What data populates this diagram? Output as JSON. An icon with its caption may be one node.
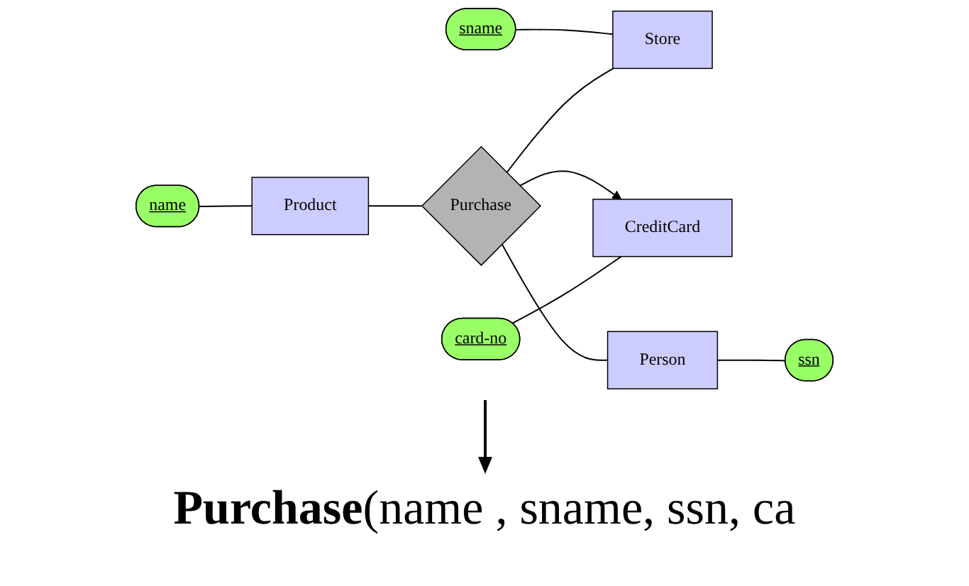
{
  "diagram": {
    "nodes": [
      {
        "text": [
          "Product"
        ]
      },
      {
        "text": [
          "sname"
        ]
      },
      {
        "text": [
          "name"
        ]
      },
      {
        "text": [
          "Purchase"
        ]
      },
      {
        "text": [
          "Store"
        ]
      },
      {
        "text": [
          "card-no"
        ]
      },
      {
        "text": [
          "CreditCard"
        ]
      },
      {
        "text": [
          "Person"
        ]
      },
      {
        "text": [
          "ssn"
        ]
      }
    ],
    "edges": [
      {
        "from": 2,
        "to": 0,
        "arrow": "none"
      },
      {
        "from": 0,
        "to": 3,
        "arrow": "none"
      },
      {
        "from": 1,
        "to": 4,
        "arrow": "none"
      },
      {
        "from": 3,
        "to": 4,
        "arrow": "none"
      },
      {
        "from": 3,
        "to": 6,
        "arrow": "to"
      },
      {
        "from": 5,
        "to": 6,
        "arrow": "none"
      },
      {
        "from": 3,
        "to": 7,
        "arrow": "none"
      },
      {
        "from": 7,
        "to": 8,
        "arrow": "none"
      }
    ],
    "labels": [
      "**Purchase**(name , sname, ssn, ca"
    ]
  }
}
